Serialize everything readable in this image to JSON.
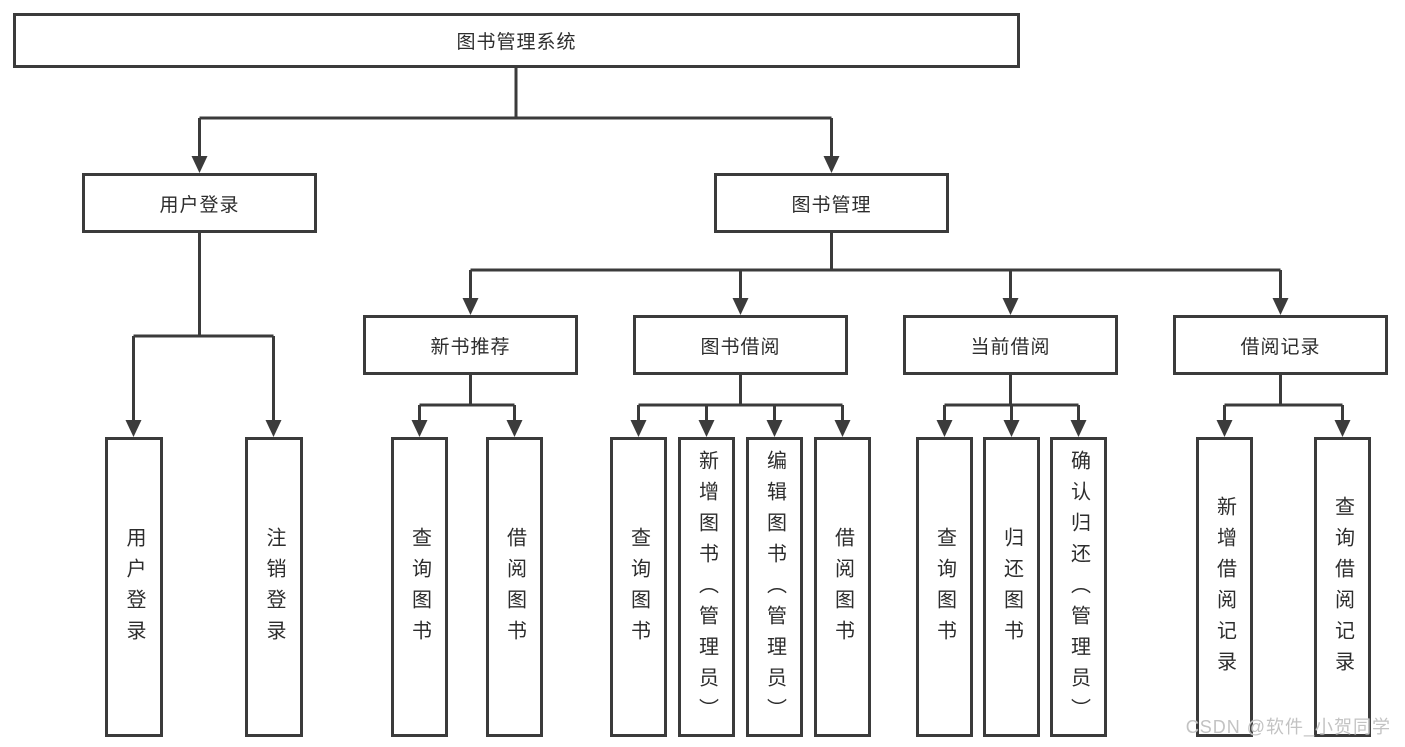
{
  "diagram": {
    "title_node": {
      "label": "图书管理系统"
    },
    "level2": [
      {
        "label": "用户登录"
      },
      {
        "label": "图书管理"
      }
    ],
    "level3": [
      {
        "label": "新书推荐",
        "parent": "图书管理"
      },
      {
        "label": "图书借阅",
        "parent": "图书管理"
      },
      {
        "label": "当前借阅",
        "parent": "图书管理"
      },
      {
        "label": "借阅记录",
        "parent": "图书管理"
      }
    ],
    "leaves": [
      {
        "label": "用户登录",
        "parent": "用户登录"
      },
      {
        "label": "注销登录",
        "parent": "用户登录"
      },
      {
        "label": "查询图书",
        "parent": "新书推荐"
      },
      {
        "label": "借阅图书",
        "parent": "新书推荐"
      },
      {
        "label": "查询图书",
        "parent": "图书借阅"
      },
      {
        "label": "新增图书（管理员）",
        "parent": "图书借阅"
      },
      {
        "label": "编辑图书（管理员）",
        "parent": "图书借阅"
      },
      {
        "label": "借阅图书",
        "parent": "图书借阅"
      },
      {
        "label": "查询图书",
        "parent": "当前借阅"
      },
      {
        "label": "归还图书",
        "parent": "当前借阅"
      },
      {
        "label": "确认归还（管理员）",
        "parent": "当前借阅"
      },
      {
        "label": "新增借阅记录",
        "parent": "借阅记录"
      },
      {
        "label": "查询借阅记录",
        "parent": "借阅记录"
      }
    ]
  },
  "watermark": {
    "text": "CSDN @软件_小贺同学"
  },
  "colors": {
    "line": "#3b3b3b",
    "box_border": "#3b3b3b",
    "text": "#2d2d2d",
    "watermark": "#c3c3c3",
    "background": "#ffffff"
  }
}
